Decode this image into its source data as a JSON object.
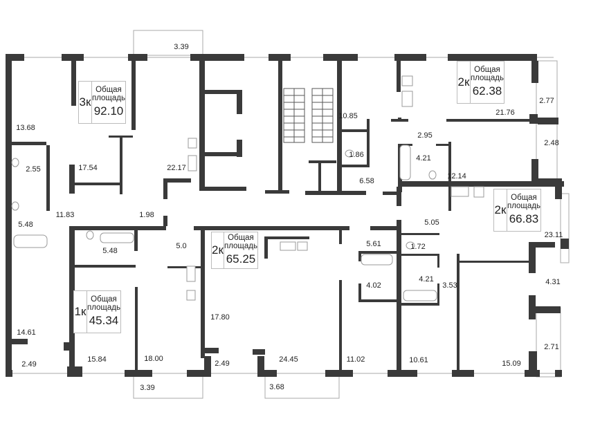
{
  "apartments": [
    {
      "rooms": "3к",
      "label_line1": "Общая",
      "label_line2": "площадь",
      "area": "92.10"
    },
    {
      "rooms": "2к",
      "label_line1": "Общая",
      "label_line2": "площадь",
      "area": "62.38"
    },
    {
      "rooms": "2к",
      "label_line1": "Общая",
      "label_line2": "площадь",
      "area": "66.83"
    },
    {
      "rooms": "2к",
      "label_line1": "Общая",
      "label_line2": "площадь",
      "area": "65.25"
    },
    {
      "rooms": "1к",
      "label_line1": "Общая",
      "label_line2": "площадь",
      "area": "45.34"
    }
  ],
  "room_areas": [
    "13.68",
    "3.39",
    "2.55",
    "17.54",
    "22.17",
    "5.48",
    "11.83",
    "1.98",
    "10.85",
    "1.86",
    "6.58",
    "2.95",
    "4.21",
    "12.14",
    "21.76",
    "2.77",
    "2.48",
    "5.05",
    "23.11",
    "5.48",
    "5.0",
    "17.80",
    "14.61",
    "2.49",
    "15.84",
    "18.00",
    "2.49",
    "24.45",
    "3.39",
    "3.68",
    "5.61",
    "1.72",
    "4.02",
    "4.21",
    "3.53",
    "4.31",
    "2.71",
    "11.02",
    "10.61",
    "15.09"
  ]
}
